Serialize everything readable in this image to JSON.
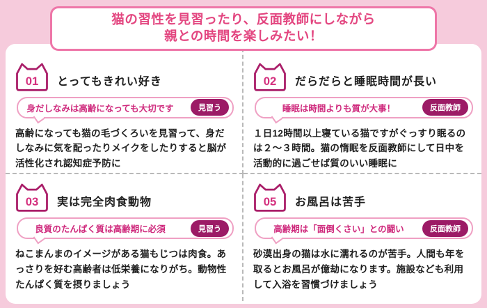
{
  "header": {
    "line1": "猫の習性を見習ったり、反面教師にしながら",
    "line2": "親との時間を楽しみたい！"
  },
  "colors": {
    "page_background": "#f6cbdc",
    "header_border": "#ee76a8",
    "header_text": "#e34680",
    "badge_outline": "#aa1e69",
    "badge_number": "#d4307e",
    "bubble_border": "#efa0c3",
    "bubble_text": "#cf2a7d",
    "pill_background": "#9c1b66",
    "pill_text": "#ffffff",
    "body_text": "#1f1f1f"
  },
  "sections": [
    {
      "number": "01",
      "title": "とってもきれい好き",
      "highlight": "身だしなみは高齢になっても大切です",
      "tag": "見習う",
      "body": "高齢になっても猫の毛づくろいを見習って、身だしなみに気を配ったりメイクをしたりすると脳が活性化され認知症予防に"
    },
    {
      "number": "02",
      "title": "だらだらと睡眠時間が長い",
      "highlight": "睡眠は時間よりも質が大事！",
      "tag": "反面教師",
      "body": "１日12時間以上寝ている猫ですがぐっすり眠るのは２〜３時間。猫の惰眠を反面教師にして日中を活動的に過ごせば質のいい睡眠に"
    },
    {
      "number": "03",
      "title": "実は完全肉食動物",
      "highlight": "良質のたんぱく質は高齢期に必須",
      "tag": "見習う",
      "body": "ねこまんまのイメージがある猫もじつは肉食。あっさりを好む高齢者は低栄養になりがち。動物性たんぱく質を摂りましょう"
    },
    {
      "number": "05",
      "title": "お風呂は苦手",
      "highlight": "高齢期は「面倒くさい」との闘い",
      "tag": "反面教師",
      "body": "砂漠出身の猫は水に濡れるのが苦手。人間も年を取るとお風呂が億劫になります。施設なども利用して入浴を習慣づけましょう"
    }
  ]
}
